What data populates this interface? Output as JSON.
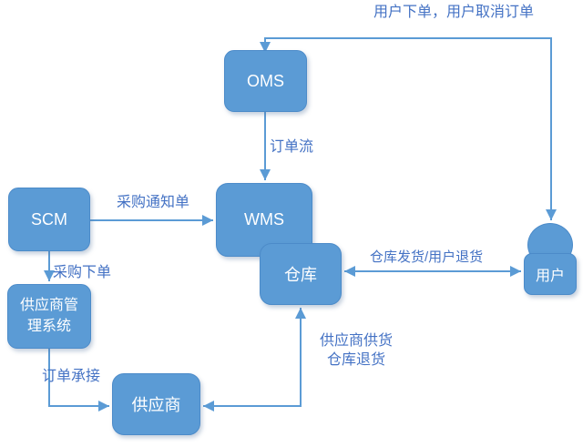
{
  "diagram": {
    "type": "flow-diagram",
    "nodes": {
      "oms": "OMS",
      "wms": "WMS",
      "scm": "SCM",
      "warehouse": "仓库",
      "supplier_mgmt": "供应商管理系统",
      "supplier": "供应商",
      "user": "用户"
    },
    "edges": {
      "user_oms": {
        "label": "用户下单，用户取消订单",
        "from": "用户",
        "to": "OMS",
        "direction": "bidirectional"
      },
      "oms_wms": {
        "label": "订单流",
        "from": "OMS",
        "to": "WMS",
        "direction": "down"
      },
      "scm_wms": {
        "label": "采购通知单",
        "from": "SCM",
        "to": "WMS",
        "direction": "right"
      },
      "scm_supplier_mgmt": {
        "label": "采购下单",
        "from": "SCM",
        "to": "供应商管理系统",
        "direction": "down"
      },
      "supplier_mgmt_supplier": {
        "label": "订单承接",
        "from": "供应商管理系统",
        "to": "供应商",
        "direction": "right"
      },
      "warehouse_supplier": {
        "label_line1": "供应商供货",
        "label_line2": "仓库退货",
        "from": "仓库",
        "to": "供应商",
        "direction": "bidirectional"
      },
      "warehouse_user": {
        "label": "仓库发货/用户退货",
        "from": "仓库",
        "to": "用户",
        "direction": "bidirectional"
      }
    },
    "colors": {
      "node_fill": "#5B9BD5",
      "node_border": "#4C8BC9",
      "node_text": "#FFFFFF",
      "connector": "#5B9BD5",
      "label_text": "#4472C4",
      "background": "#FFFFFF"
    }
  }
}
